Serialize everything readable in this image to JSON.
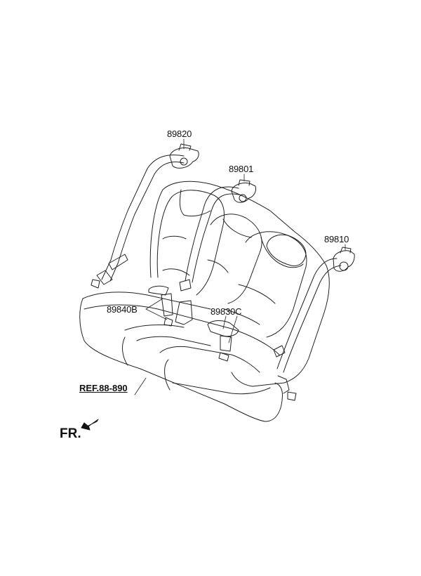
{
  "diagram": {
    "parts": {
      "p1": "89820",
      "p2": "89801",
      "p3": "89810",
      "p4": "89840B",
      "p5": "89830C"
    },
    "reference": "REF.88-890",
    "orientation": "FR."
  }
}
